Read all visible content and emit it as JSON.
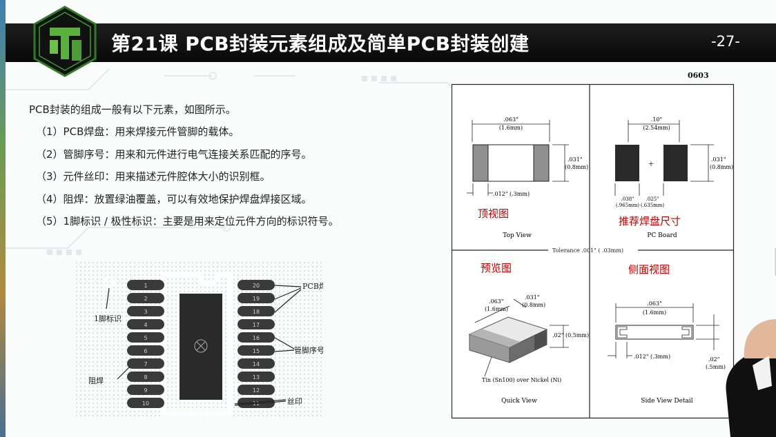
{
  "slide": {
    "title": "第21课 PCB封装元素组成及简单PCB封装创建",
    "page_number": "-27-"
  },
  "content": {
    "intro": "PCB封装的组成一般有以下元素，如图所示。",
    "items": [
      "（1）PCB焊盘：用来焊接元件管脚的载体。",
      "（2）管脚序号：用来和元件进行电气连接关系匹配的序号。",
      "（3）元件丝印：用来描述元件腔体大小的识别框。",
      "（4）阻焊：放置绿油覆盖，可以有效地保护焊盘焊接区域。",
      "（5）1脚标识 / 极性标识：主要是用来定位元件方向的标识符号。"
    ]
  },
  "dip_diagram": {
    "left_pins": [
      "1",
      "2",
      "3",
      "4",
      "5",
      "6",
      "7",
      "8",
      "9",
      "10"
    ],
    "right_pins": [
      "20",
      "19",
      "18",
      "17",
      "16",
      "15",
      "14",
      "13",
      "12",
      "11"
    ],
    "labels": {
      "pad": "PCB焊盘",
      "pin_number": "管脚序号",
      "pin1_mark": "1脚标识",
      "solder_mask": "阻焊",
      "silkscreen": "丝印"
    }
  },
  "package_0603": {
    "name": "0603",
    "top_view": {
      "cn": "顶视图",
      "en": "Top View",
      "len_in": ".063\"",
      "len_mm": "(1.6mm)",
      "wid_in": ".031\"",
      "wid_mm": "(0.8mm)",
      "term": ".012\" (.3mm)"
    },
    "pc_board": {
      "cn": "推荐焊盘尺寸",
      "en": "PC Board",
      "pitch_in": ".10\"",
      "pitch_mm": "(2.54mm)",
      "h_in": ".031\"",
      "h_mm": "(0.8mm)",
      "pad_in": ".038\"",
      "pad_mm": "(.965mm)",
      "gap_in": ".025\"",
      "gap_mm": "(.635mm)"
    },
    "tolerance": "Tolerance  .001\" (  .03mm)",
    "quick_view": {
      "cn": "预览图",
      "en": "Quick View",
      "len_in": ".063\"",
      "len_mm": "(1.6mm)",
      "wid_in": ".031\"",
      "wid_mm": "(0.8mm)",
      "h_label": ".02\" (0.5mm)",
      "tin_note": "Tin (Sn100) over Nickel (Ni)"
    },
    "side_view": {
      "cn": "侧面视图",
      "en": "Side View Detail",
      "len_in": ".063\"",
      "len_mm": "(1.6mm)",
      "term": ".012\" (.3mm)",
      "h_in": ".02\"",
      "h_mm": "(.5mm)"
    }
  },
  "colors": {
    "title_bar": "#111111",
    "logo_green": "#5ab03c",
    "annotation_red": "#c00000",
    "pad_gray": "#8f8f8f",
    "pad_dark": "#2a2a2a"
  }
}
